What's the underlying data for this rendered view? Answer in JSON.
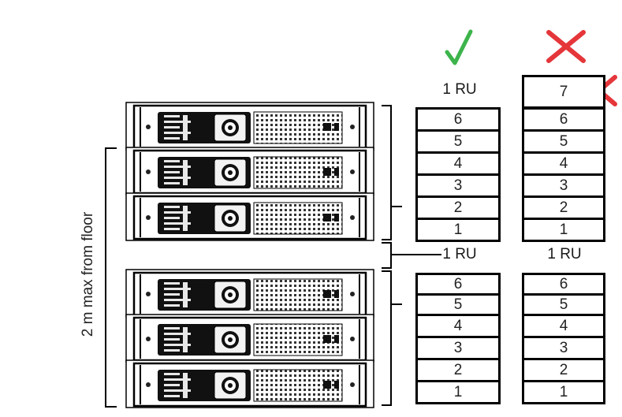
{
  "vertical_label": "2 m max from floor",
  "valid_marker": "check-icon",
  "invalid_marker": "cross-icon",
  "colors": {
    "check": "#3cb44b",
    "cross": "#e5363a",
    "box_border": "#000000"
  },
  "left_column": {
    "top_label": "1 RU",
    "upper_stack": [
      "6",
      "5",
      "4",
      "3",
      "2",
      "1"
    ],
    "gap_label": "1 RU",
    "lower_stack": [
      "6",
      "5",
      "4",
      "3",
      "2",
      "1"
    ]
  },
  "right_column": {
    "upper_stack": [
      "7",
      "6",
      "5",
      "4",
      "3",
      "2",
      "1"
    ],
    "gap_label": "1 RU",
    "lower_stack": [
      "6",
      "5",
      "4",
      "3",
      "2",
      "1"
    ]
  },
  "rack_units": {
    "upper_count": 3,
    "lower_count": 3
  }
}
